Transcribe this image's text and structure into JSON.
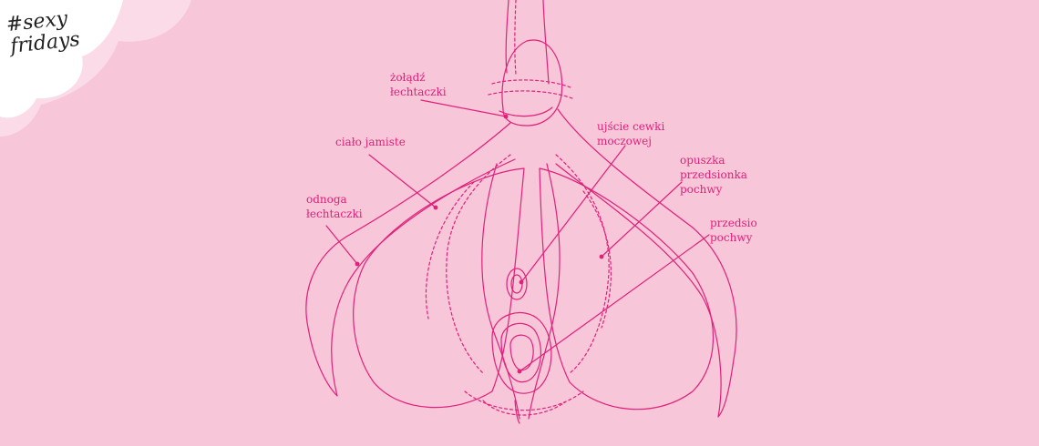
{
  "badge": {
    "line1": "#sexy",
    "line2": "fridays"
  },
  "labels": {
    "glans": [
      "żołądź",
      "łechtaczki"
    ],
    "corpus": [
      "ciało jamiste"
    ],
    "crus": [
      "odnoga",
      "łechtaczki"
    ],
    "urethra": [
      "ujście cewki",
      "moczowej"
    ],
    "bulb": [
      "opuszka",
      "przedsionka",
      "pochwy"
    ],
    "vestibule": [
      "przedsio",
      "pochwy"
    ]
  },
  "colors": {
    "background": "#f7c6d9",
    "line": "#e0207a",
    "cloud": "#ffffff"
  }
}
